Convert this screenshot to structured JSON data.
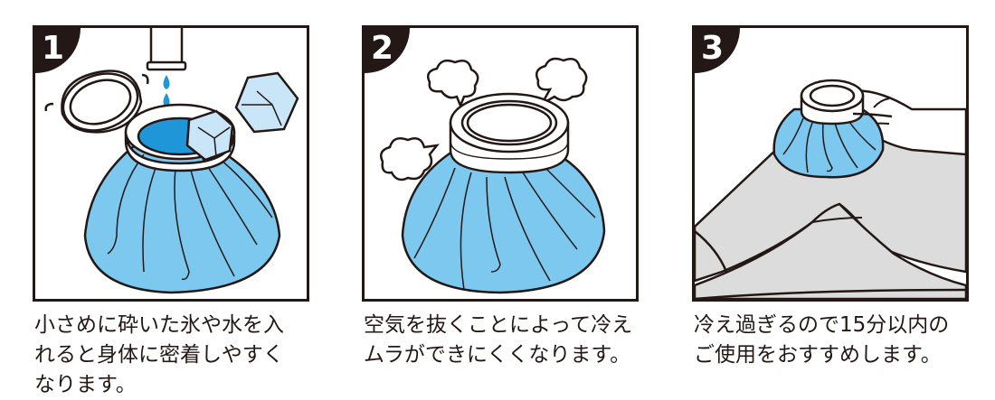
{
  "colors": {
    "outline": "#231815",
    "bag_blue": "#7cc8ef",
    "water_blue": "#1e96d8",
    "ice_blue": "#c8e6f8",
    "leg_gray": "#dcdcdc",
    "background": "#ffffff"
  },
  "steps": [
    {
      "number": "1",
      "illustration": "ice-bag-filling-with-ice-and-water",
      "caption_lines": [
        "小さめに砕いた氷や水を入",
        "れると身体に密着しやすく",
        "なります。"
      ]
    },
    {
      "number": "2",
      "illustration": "ice-bag-releasing-air",
      "caption_lines": [
        "空気を抜くことによって冷え",
        "ムラができにくくなります。"
      ]
    },
    {
      "number": "3",
      "illustration": "ice-bag-on-knee",
      "caption_lines": [
        "冷え過ぎるので15分以内の",
        "ご使用をおすすめします。"
      ]
    }
  ]
}
